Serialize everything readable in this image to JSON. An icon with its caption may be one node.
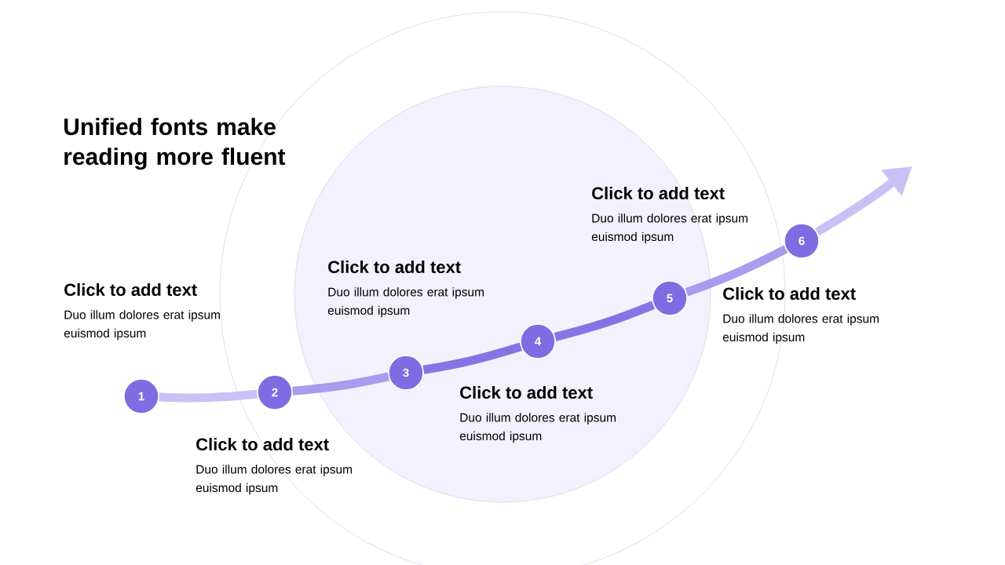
{
  "diagram": {
    "title": "Unified fonts make reading more fluent",
    "nodes": [
      {
        "text": [
          "1"
        ],
        "beside": [
          "Click to add text",
          "Duo illum dolores erat ipsum euismod ipsum"
        ]
      },
      {
        "text": [
          "2"
        ],
        "beside": [
          "Click to add text",
          "Duo illum dolores erat ipsum euismod ipsum"
        ]
      },
      {
        "text": [
          "3"
        ],
        "beside": [
          "Click to add text",
          "Duo illum dolores erat ipsum euismod ipsum"
        ]
      },
      {
        "text": [
          "4"
        ],
        "beside": [
          "Click to add text",
          "Duo illum dolores erat ipsum euismod ipsum"
        ]
      },
      {
        "text": [
          "5"
        ],
        "beside": [
          "Click to add text",
          "Duo illum dolores erat ipsum euismod ipsum"
        ]
      },
      {
        "text": [
          "6"
        ],
        "beside": [
          "Click to add text",
          "Duo illum dolores erat ipsum euismod ipsum"
        ]
      }
    ],
    "edges": [
      {
        "from": 0,
        "to": 1,
        "arrow": "none"
      },
      {
        "from": 1,
        "to": 2,
        "arrow": "none"
      },
      {
        "from": 2,
        "to": 3,
        "arrow": "none"
      },
      {
        "from": 3,
        "to": 4,
        "arrow": "none"
      },
      {
        "from": 4,
        "to": 5,
        "arrow": "none"
      },
      {
        "from": 5,
        "to": null,
        "arrow": "to"
      }
    ]
  }
}
